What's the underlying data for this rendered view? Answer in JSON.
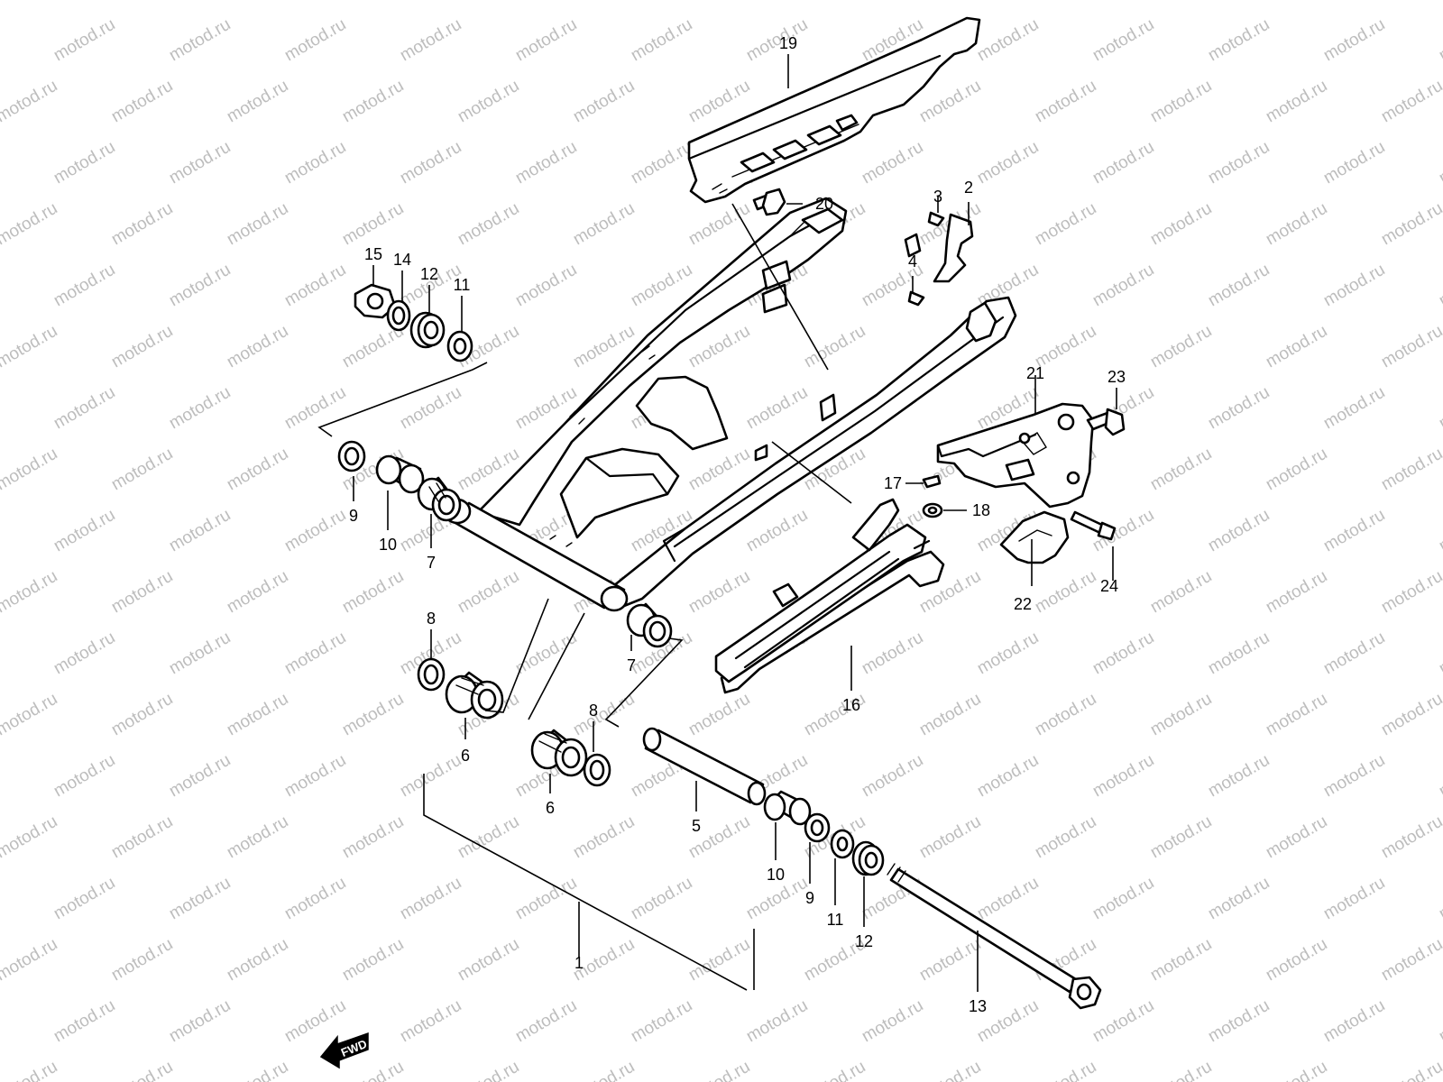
{
  "watermark": {
    "text": "motod.ru",
    "color": "#bdbdbd"
  },
  "direction_badge": {
    "text": "FWD",
    "icon": "forward-arrow-icon"
  },
  "callouts": [
    {
      "id": "1",
      "label": "1"
    },
    {
      "id": "2",
      "label": "2"
    },
    {
      "id": "3",
      "label": "3"
    },
    {
      "id": "4",
      "label": "4"
    },
    {
      "id": "5",
      "label": "5"
    },
    {
      "id": "6a",
      "label": "6"
    },
    {
      "id": "6b",
      "label": "6"
    },
    {
      "id": "7a",
      "label": "7"
    },
    {
      "id": "7b",
      "label": "7"
    },
    {
      "id": "8a",
      "label": "8"
    },
    {
      "id": "8b",
      "label": "8"
    },
    {
      "id": "9a",
      "label": "9"
    },
    {
      "id": "9b",
      "label": "9"
    },
    {
      "id": "10a",
      "label": "10"
    },
    {
      "id": "10b",
      "label": "10"
    },
    {
      "id": "11a",
      "label": "11"
    },
    {
      "id": "11b",
      "label": "11"
    },
    {
      "id": "12a",
      "label": "12"
    },
    {
      "id": "12b",
      "label": "12"
    },
    {
      "id": "13",
      "label": "13"
    },
    {
      "id": "14",
      "label": "14"
    },
    {
      "id": "15",
      "label": "15"
    },
    {
      "id": "16",
      "label": "16"
    },
    {
      "id": "17",
      "label": "17"
    },
    {
      "id": "18",
      "label": "18"
    },
    {
      "id": "19",
      "label": "19"
    },
    {
      "id": "20",
      "label": "20"
    },
    {
      "id": "21",
      "label": "21"
    },
    {
      "id": "22",
      "label": "22"
    },
    {
      "id": "23",
      "label": "23"
    },
    {
      "id": "24",
      "label": "24"
    }
  ]
}
